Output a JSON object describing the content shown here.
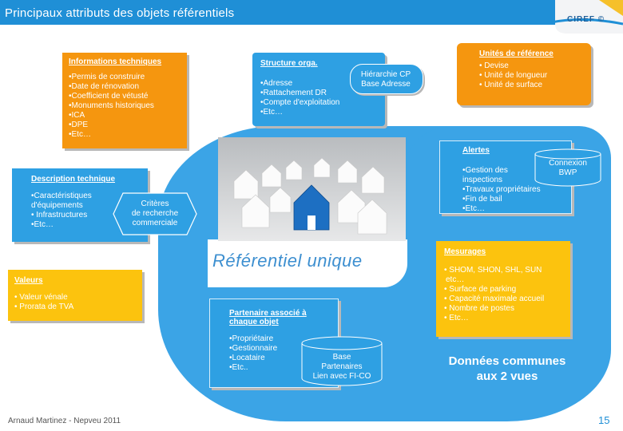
{
  "header": {
    "title": "Principaux attributs des objets référentiels",
    "logo_text": "CIREF ©"
  },
  "center": {
    "title": "Référentiel unique",
    "common_label_1": "Données communes",
    "common_label_2": "aux 2 vues"
  },
  "info_tech": {
    "title": "Informations techniques",
    "items": [
      "•Permis de construire",
      "•Date de rénovation",
      "•Coefficient de vétusté",
      "•Monuments historiques",
      "•ICA",
      "•DPE",
      "•Etc…"
    ]
  },
  "structure": {
    "title": "Structure orga.",
    "items": [
      "•Adresse",
      "•Rattachement DR",
      "•Compte d'exploitation",
      "•Etc…"
    ],
    "tag_1": "Hiérarchie CP",
    "tag_2": "Base Adresse"
  },
  "unites": {
    "title": "Unités de référence",
    "items": [
      "•  Devise",
      "•  Unité de longueur",
      "•  Unité de surface"
    ]
  },
  "desc_tech": {
    "title": "Description technique",
    "items": [
      "•Caractéristiques",
      "d'équipements",
      "• Infrastructures",
      "•Etc…"
    ],
    "criteria_1": "Critères",
    "criteria_2": "de recherche",
    "criteria_3": "commerciale"
  },
  "alertes": {
    "title": "Alertes",
    "items": [
      "•Gestion des",
      "inspections",
      "•Travaux propriétaires",
      "•Fin de bail",
      "•Etc…"
    ],
    "db_1": "Connexion",
    "db_2": "BWP"
  },
  "valeurs": {
    "title": "Valeurs",
    "items": [
      "• Valeur vénale",
      "• Prorata de TVA"
    ]
  },
  "mesurages": {
    "title": "Mesurages",
    "items": [
      "•  SHOM, SHON, SHL, SUN",
      "etc…",
      "•  Surface de parking",
      "•  Capacité maximale accueil",
      "•  Nombre de postes",
      "•  Etc…"
    ]
  },
  "partenaire": {
    "title_1": "Partenaire associé à",
    "title_2": "chaque objet",
    "items": [
      "•Propriétaire",
      "•Gestionnaire",
      "•Locataire",
      "•Etc.."
    ],
    "db_1": "Base",
    "db_2": "Partenaires",
    "db_3": "Lien avec FI-CO"
  },
  "footer": {
    "author": "Arnaud Martinez - Nepveu 2011",
    "page": "15"
  }
}
